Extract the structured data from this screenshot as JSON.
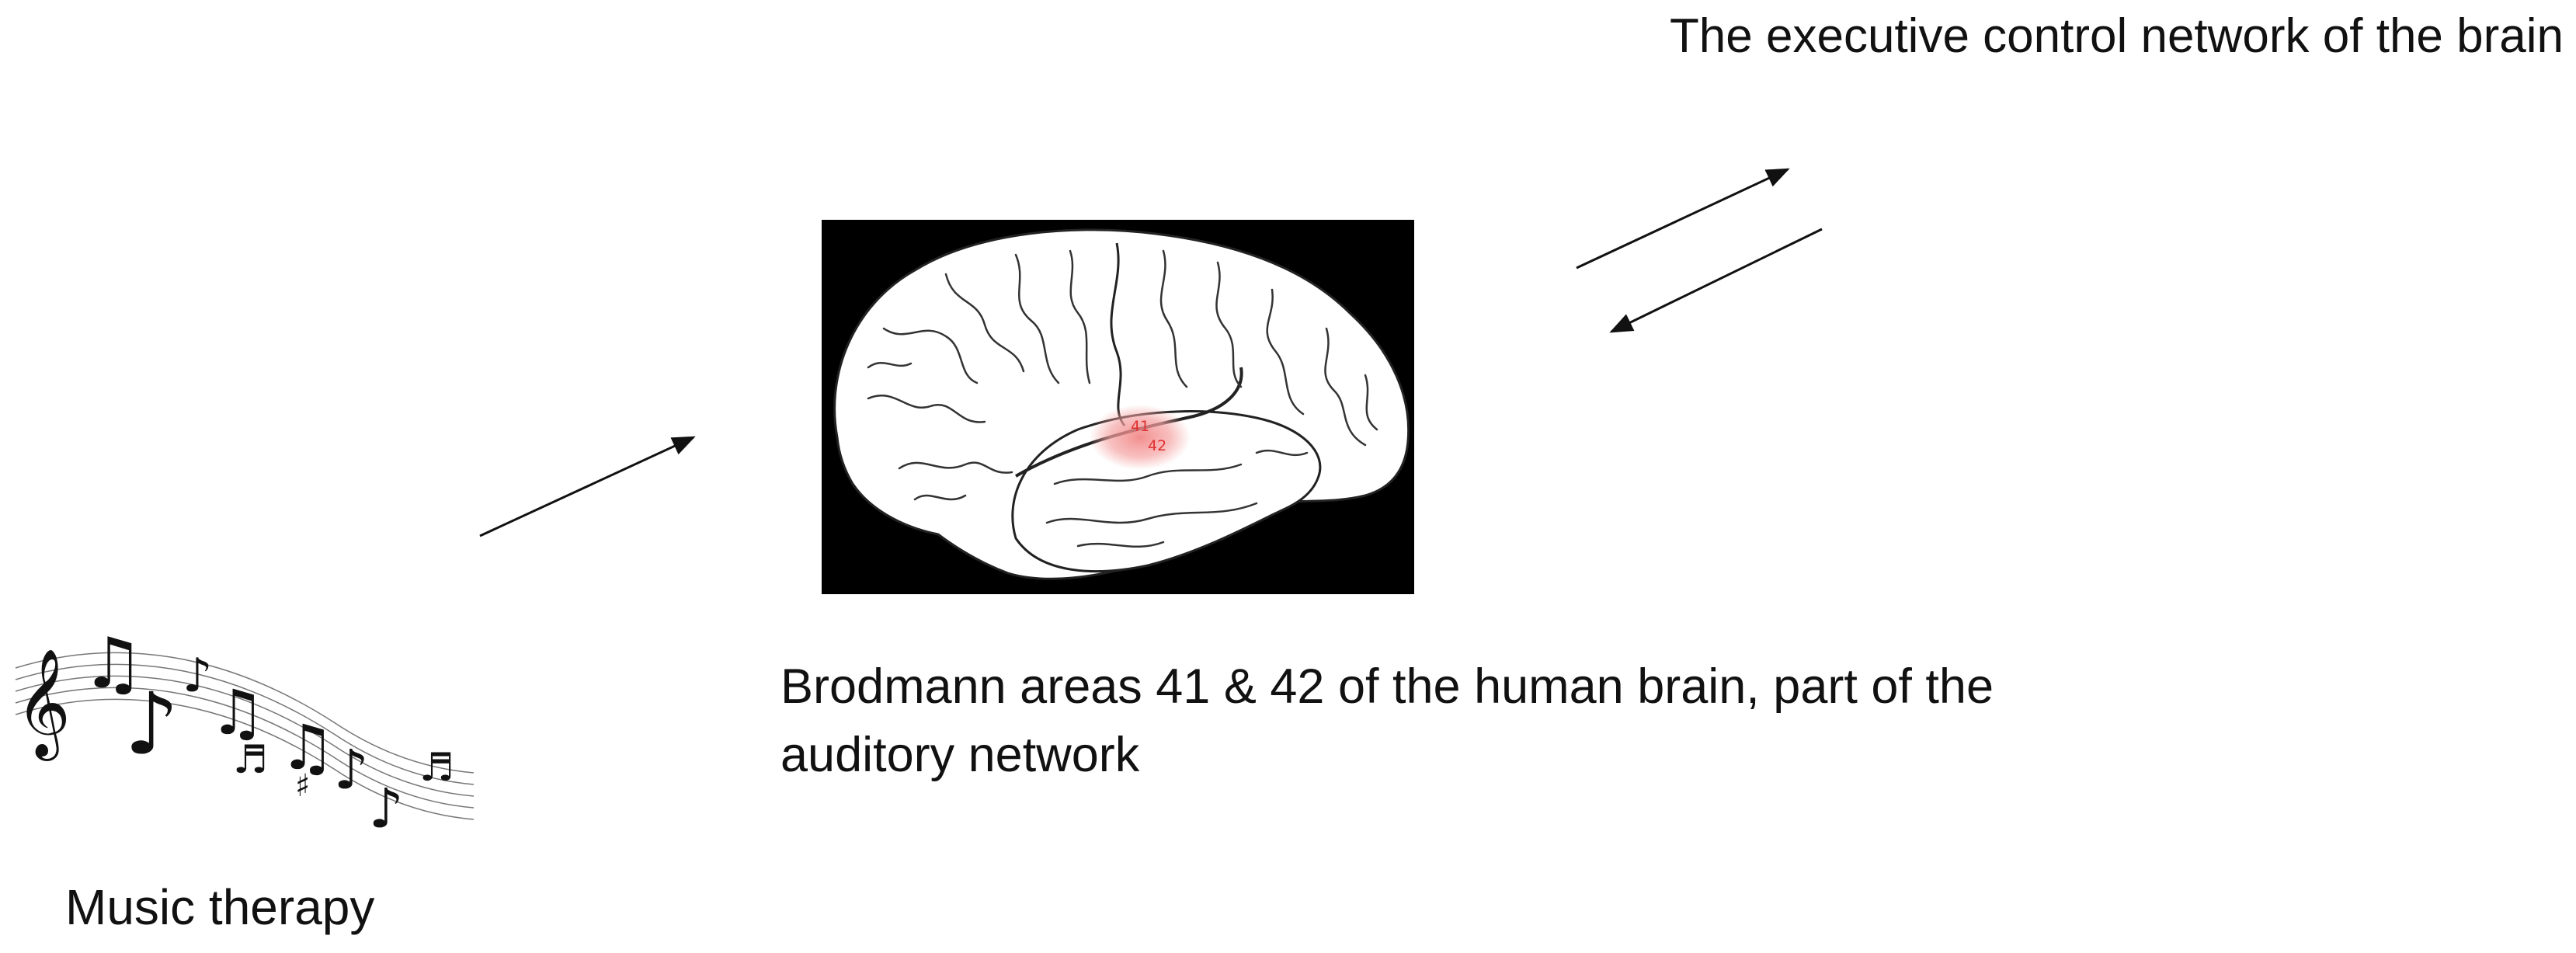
{
  "top_right_label": "The executive control network of the brain",
  "brain_caption": "Brodmann areas 41 & 42 of the human brain, part of the auditory network",
  "music_label": "Music therapy",
  "brain_area_labels": [
    "41",
    "42"
  ],
  "colors": {
    "background": "#ffffff",
    "text": "#111111",
    "brain_panel": "#000000",
    "brain_fill": "#ffffff",
    "highlight": "#f5a3a3",
    "area_label": "#e03030"
  },
  "icons": [
    "music-notes-icon",
    "treble-clef-icon",
    "brain-illustration"
  ]
}
